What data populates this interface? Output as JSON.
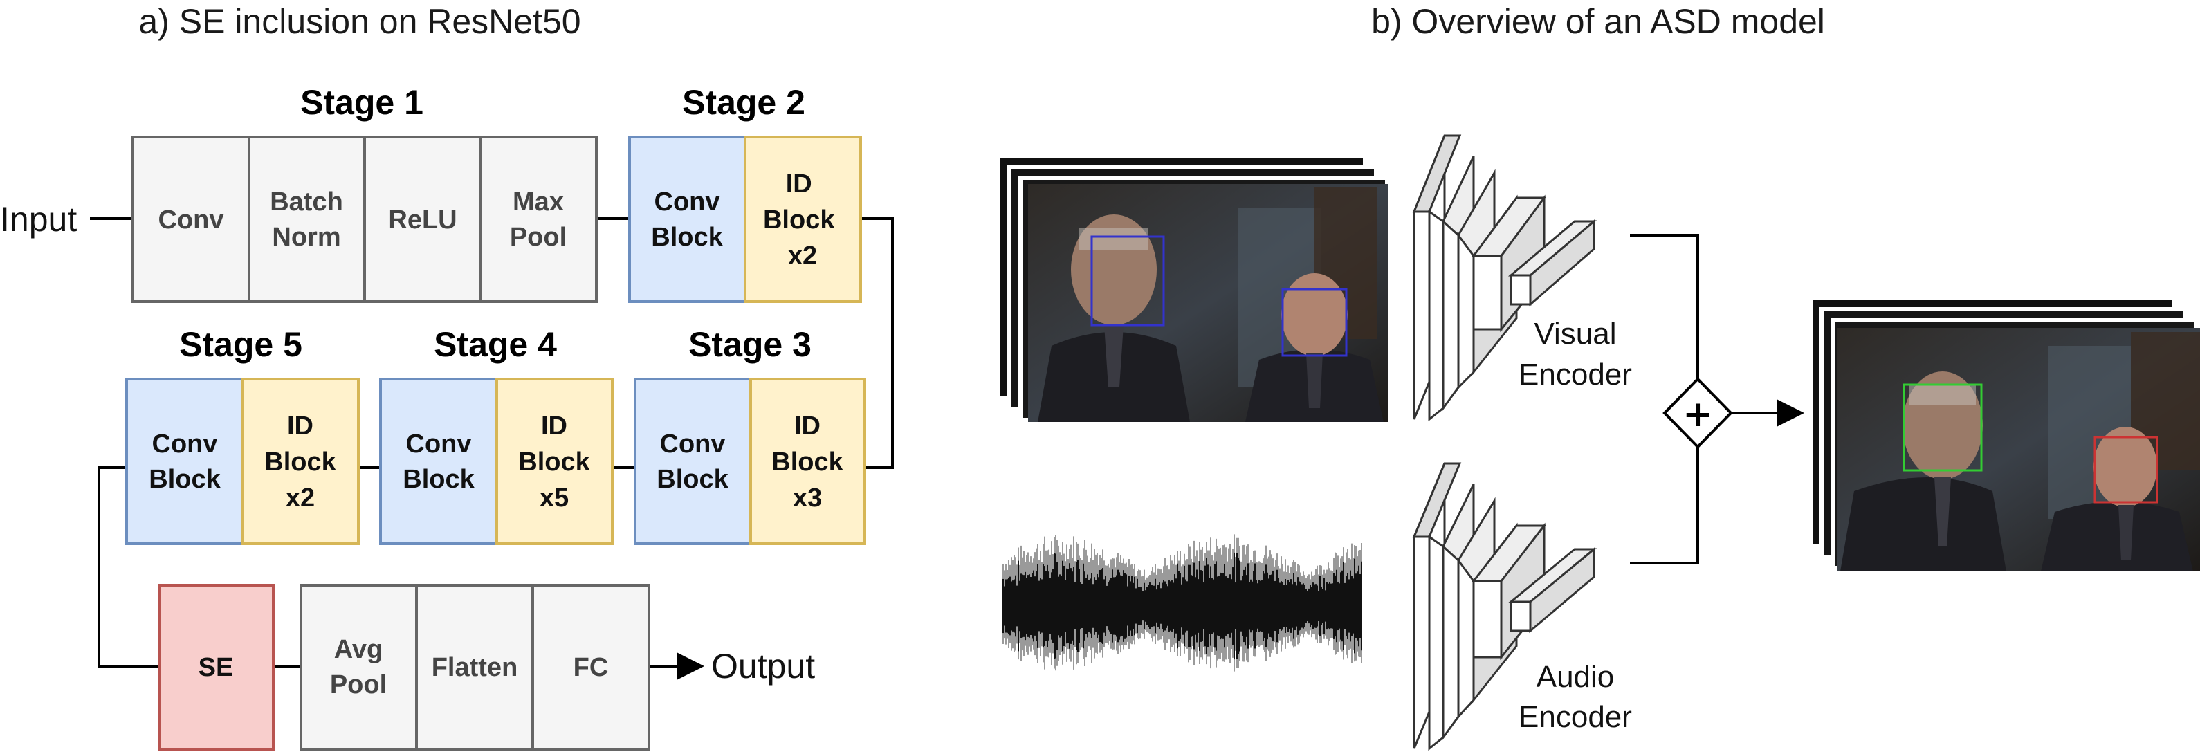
{
  "titles": {
    "a": "a) SE inclusion on ResNet50",
    "b": "b) Overview of an ASD model"
  },
  "stages": {
    "s1": "Stage 1",
    "s2": "Stage 2",
    "s3": "Stage 3",
    "s4": "Stage 4",
    "s5": "Stage 5"
  },
  "blocks": {
    "conv": "Conv",
    "batchnorm": [
      "Batch",
      "Norm"
    ],
    "relu": "ReLU",
    "maxpool": [
      "Max",
      "Pool"
    ],
    "convblock": [
      "Conv",
      "Block"
    ],
    "idblock_x2": [
      "ID",
      "Block",
      "x2"
    ],
    "idblock_x5": [
      "ID",
      "Block",
      "x5"
    ],
    "idblock_x3": [
      "ID",
      "Block",
      "x3"
    ],
    "se": "SE",
    "avgpool": [
      "Avg",
      "Pool"
    ],
    "flatten": "Flatten",
    "fc": "FC"
  },
  "io": {
    "input": "Input",
    "output": "Output"
  },
  "encoders": {
    "visual": [
      "Visual",
      "Encoder"
    ],
    "audio": [
      "Audio",
      "Encoder"
    ]
  },
  "fusion_symbol": "+",
  "colors": {
    "gray_fill": "#f5f5f5",
    "gray_stroke": "#666666",
    "blue_fill": "#dae8fc",
    "blue_stroke": "#6c8ebf",
    "yellow_fill": "#fff2cc",
    "yellow_stroke": "#d6b656",
    "red_fill": "#f8cecc",
    "red_stroke": "#b85450",
    "face_box_blue": "#3333cc",
    "face_box_green": "#33cc33",
    "face_box_red": "#cc3333"
  }
}
